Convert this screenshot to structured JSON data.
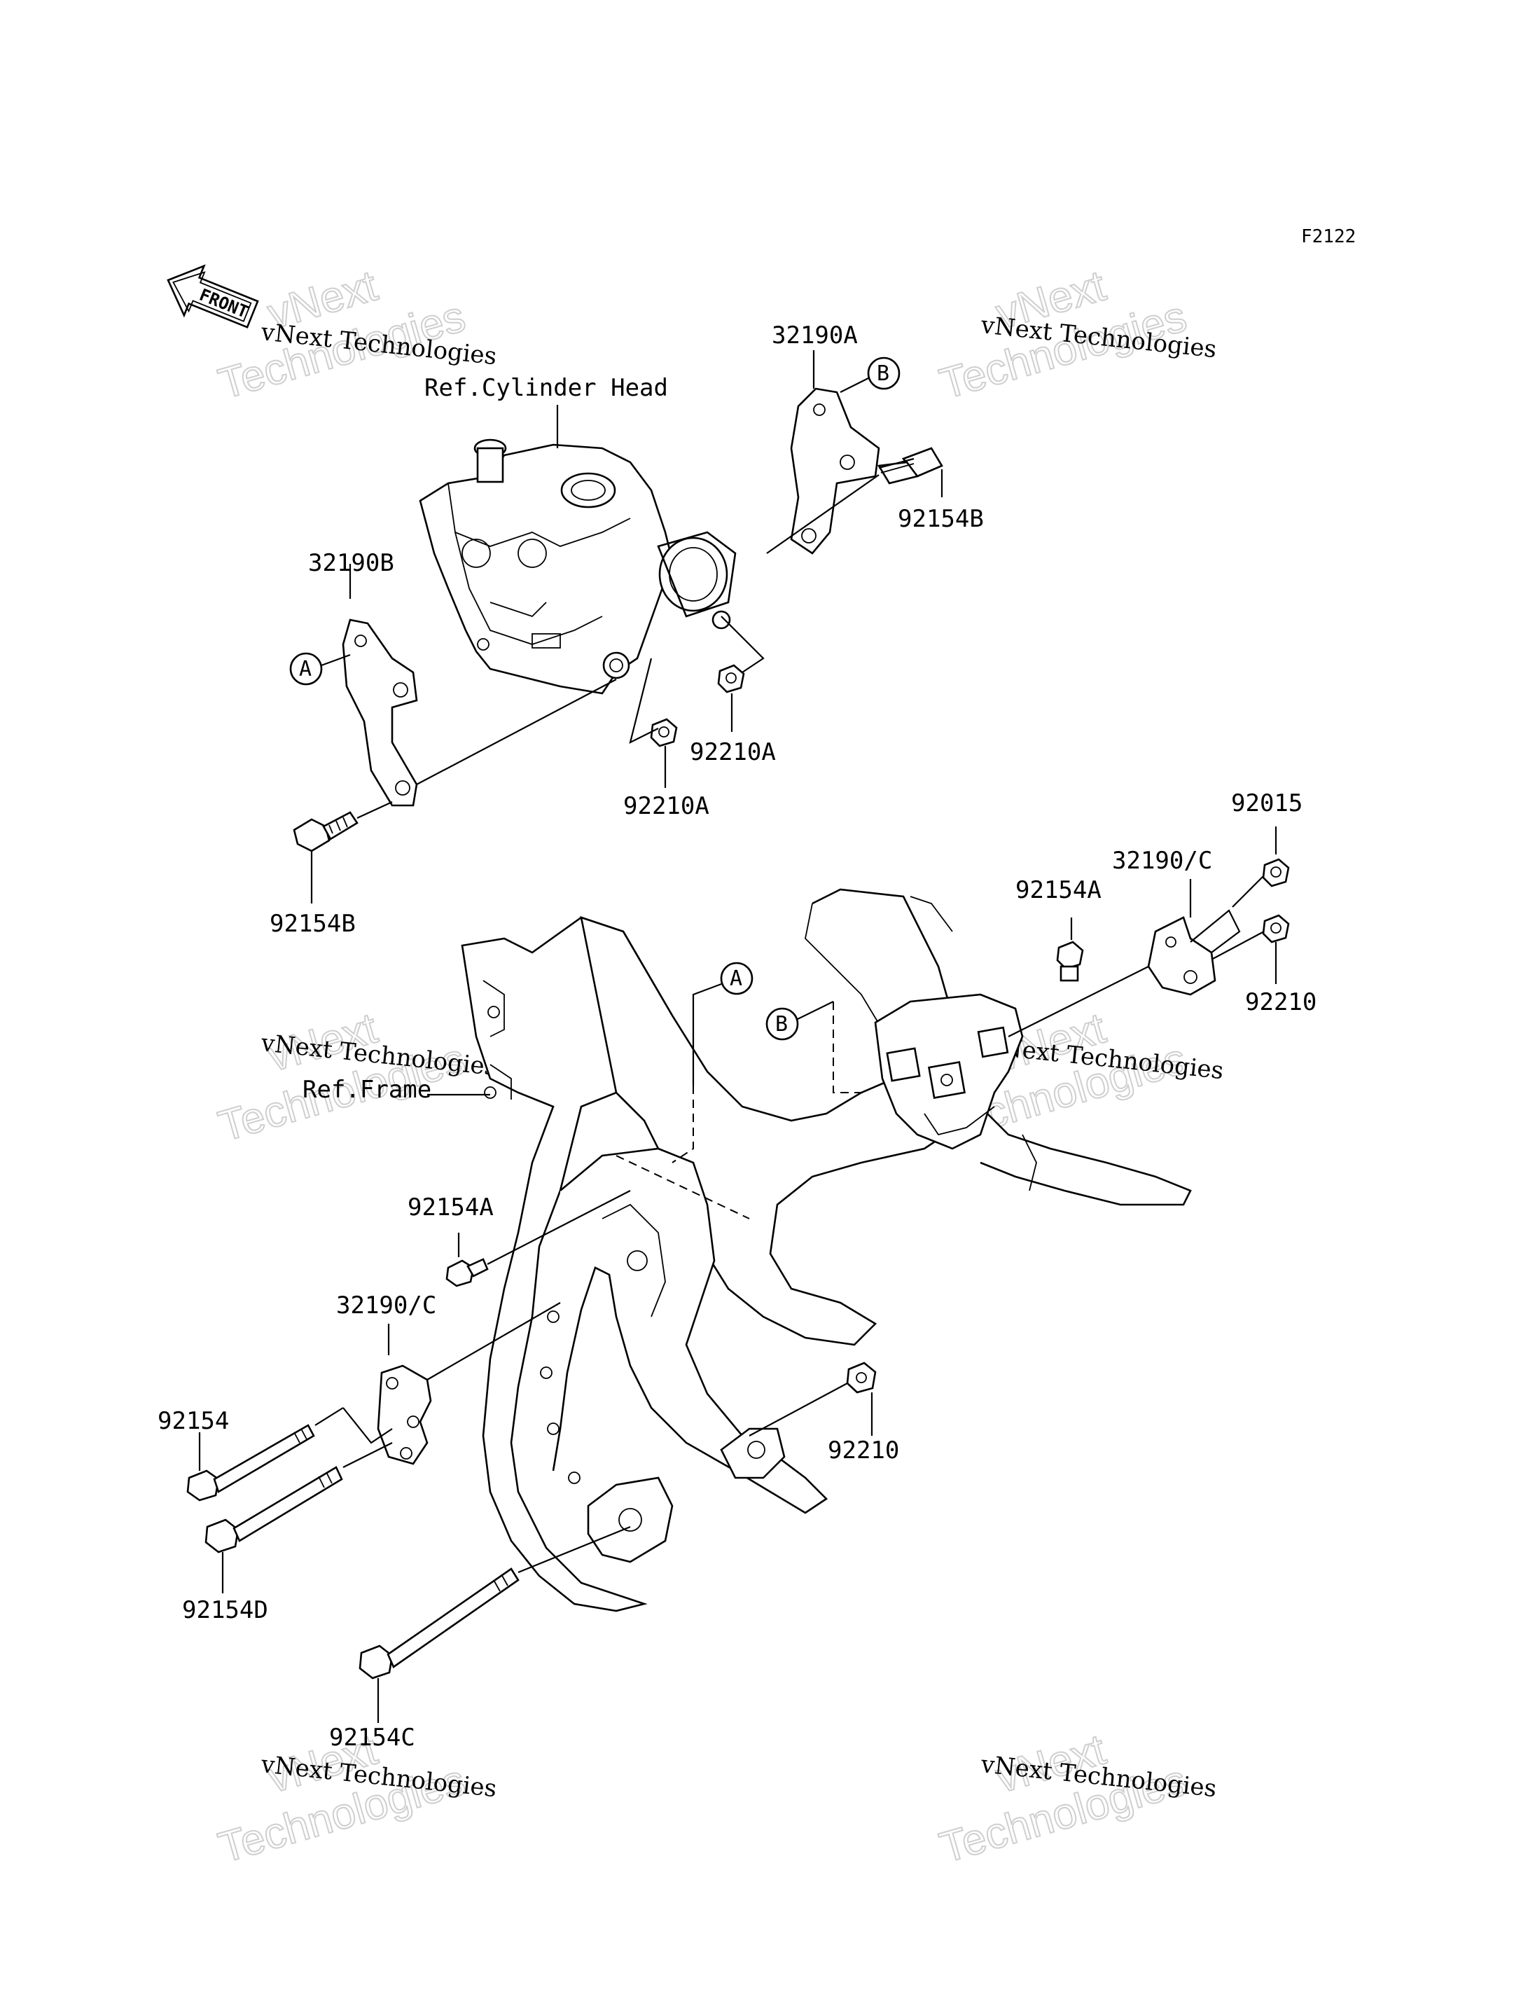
{
  "figure_code": "F2122",
  "front_arrow": "FRONT",
  "watermark": {
    "line1": "vNext Technologies",
    "line2": "vNext",
    "line3": "Technologies"
  },
  "references": {
    "cylinder_head": "Ref.Cylinder Head",
    "frame": "Ref.Frame"
  },
  "callouts": {
    "a": "A",
    "b": "B"
  },
  "part_labels": {
    "p32190A": "32190A",
    "p92154B_top": "92154B",
    "p32190B": "32190B",
    "p92210A_right": "92210A",
    "p92210A_left": "92210A",
    "p92154B_left": "92154B",
    "p92015": "92015",
    "p32190C_right": "32190/C",
    "p92154A_right": "92154A",
    "p92210_right": "92210",
    "p92154A_left": "92154A",
    "p32190C_left": "32190/C",
    "p92154": "92154",
    "p92154D": "92154D",
    "p92210_center": "92210",
    "p92154C": "92154C"
  }
}
